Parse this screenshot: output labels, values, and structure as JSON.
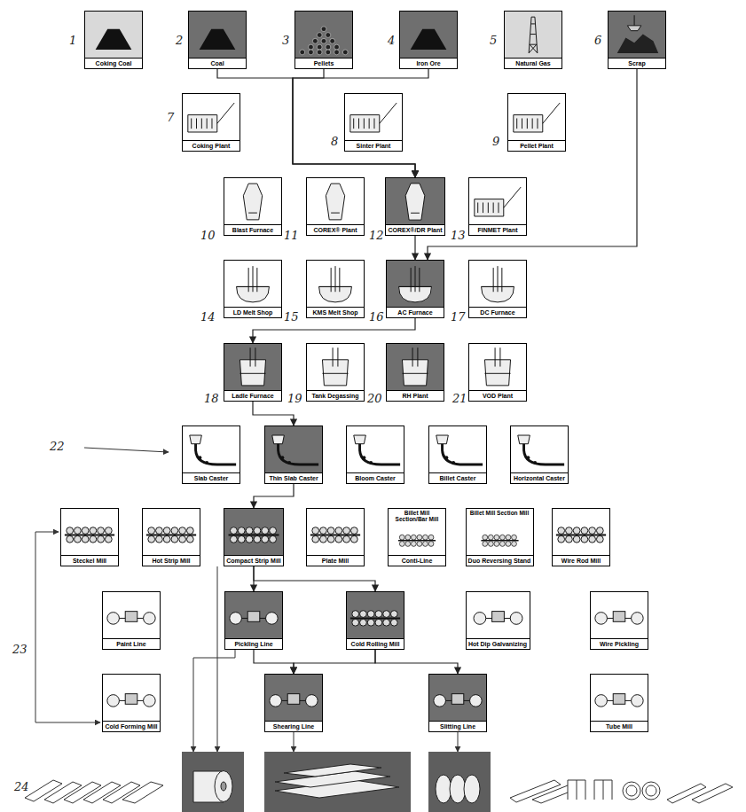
{
  "diagram": {
    "nodes": [
      {
        "text": [
          "Coking Coal"
        ]
      },
      {
        "text": [
          "Coal"
        ]
      },
      {
        "text": [
          "Pellets"
        ]
      },
      {
        "text": [
          "Iron Ore"
        ]
      },
      {
        "text": [
          "Natural Gas"
        ]
      },
      {
        "text": [
          "Scrap"
        ]
      },
      {
        "text": [
          "Coking Plant"
        ]
      },
      {
        "text": [
          "Sinter Plant"
        ]
      },
      {
        "text": [
          "Pellet Plant"
        ]
      },
      {
        "text": [
          "Blast Furnace"
        ]
      },
      {
        "text": [
          "COREX® Plant"
        ]
      },
      {
        "text": [
          "COREX®/DR Plant"
        ]
      },
      {
        "text": [
          "FINMET Plant"
        ]
      },
      {
        "text": [
          "LD Melt Shop"
        ]
      },
      {
        "text": [
          "KMS Melt Shop"
        ]
      },
      {
        "text": [
          "AC Furnace"
        ]
      },
      {
        "text": [
          "DC Furnace"
        ]
      },
      {
        "text": [
          "Ladle Furnace"
        ]
      },
      {
        "text": [
          "Tank Degassing"
        ]
      },
      {
        "text": [
          "RH Plant"
        ]
      },
      {
        "text": [
          "VOD Plant"
        ]
      },
      {
        "text": [
          "Slab Caster"
        ]
      },
      {
        "text": [
          "Thin Slab Caster"
        ]
      },
      {
        "text": [
          "Bloom Caster"
        ]
      },
      {
        "text": [
          "Billet Caster"
        ]
      },
      {
        "text": [
          "Horizontal Caster"
        ]
      },
      {
        "text": [
          "Steckel Mill"
        ]
      },
      {
        "text": [
          "Hot Strip Mill"
        ]
      },
      {
        "text": [
          "Compact Strip Mill"
        ]
      },
      {
        "text": [
          "Plate Mill"
        ]
      },
      {
        "text": [
          "Billet Mill Section/Bar Mill",
          "Conti-Line"
        ]
      },
      {
        "text": [
          "Billet Mill Section Mill",
          "Duo Reversing Stand"
        ]
      },
      {
        "text": [
          "Wire Rod Mill"
        ]
      },
      {
        "text": [
          "Paint Line"
        ]
      },
      {
        "text": [
          "Pickling Line"
        ]
      },
      {
        "text": [
          "Cold Rolling Mill"
        ]
      },
      {
        "text": [
          "Hot Dip Galvanizing"
        ]
      },
      {
        "text": [
          "Wire Pickling"
        ]
      },
      {
        "text": [
          "Cold Forming Mill"
        ]
      },
      {
        "text": [
          "Shearing Line"
        ]
      },
      {
        "text": [
          "Slitting Line"
        ]
      },
      {
        "text": [
          "Tube Mill"
        ]
      }
    ],
    "edges": [
      {
        "from": 1,
        "to": 11,
        "arrow": "to"
      },
      {
        "from": 2,
        "to": 11,
        "arrow": "to"
      },
      {
        "from": 3,
        "to": 11,
        "arrow": "to"
      },
      {
        "from": 5,
        "to": 15,
        "arrow": "to"
      },
      {
        "from": 11,
        "to": 15,
        "arrow": "to"
      },
      {
        "from": 15,
        "to": 17,
        "arrow": "to"
      },
      {
        "from": 17,
        "to": 22,
        "arrow": "to"
      },
      {
        "from": 22,
        "to": 28,
        "arrow": "to"
      },
      {
        "from": 28,
        "to": 34,
        "arrow": "to"
      },
      {
        "from": 28,
        "to": 35,
        "arrow": "to"
      },
      {
        "from": 34,
        "to": 39,
        "arrow": "to"
      },
      {
        "from": 35,
        "to": 39,
        "arrow": "to"
      },
      {
        "from": 35,
        "to": 40,
        "arrow": "to"
      }
    ],
    "labels": [
      "1",
      "2",
      "3",
      "4",
      "5",
      "6",
      "7",
      "8",
      "9",
      "10",
      "11",
      "12",
      "13",
      "14",
      "15",
      "16",
      "17",
      "18",
      "19",
      "20",
      "21",
      "22",
      "23",
      "24"
    ]
  }
}
